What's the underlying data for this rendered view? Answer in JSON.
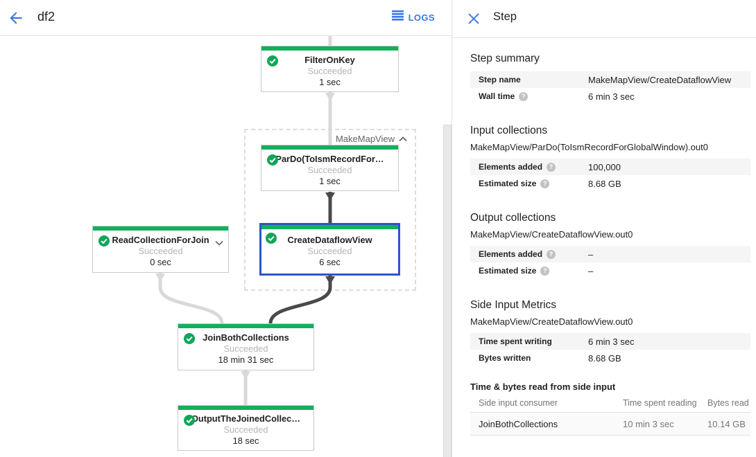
{
  "header": {
    "title": "df2",
    "logs_label": "LOGS"
  },
  "graph": {
    "group_label": "MakeMapView",
    "nodes": [
      {
        "title": "FilterOnKey",
        "state": "Succeeded",
        "time": "1 sec"
      },
      {
        "title": "ParDo(ToIsmRecordFor…",
        "state": "Succeeded",
        "time": "1 sec"
      },
      {
        "title": "CreateDataflowView",
        "state": "Succeeded",
        "time": "6 sec",
        "selected": true
      },
      {
        "title": "ReadCollectionForJoin",
        "state": "Succeeded",
        "time": "0 sec"
      },
      {
        "title": "JoinBothCollections",
        "state": "Succeeded",
        "time": "18 min 31 sec"
      },
      {
        "title": "OutputTheJoinedCollec…",
        "state": "Succeeded",
        "time": "18 sec"
      }
    ]
  },
  "panel": {
    "title": "Step",
    "step_summary": {
      "heading": "Step summary",
      "rows": [
        {
          "label": "Step name",
          "value": "MakeMapView/CreateDataflowView"
        },
        {
          "label": "Wall time",
          "value": "6 min 3 sec"
        }
      ]
    },
    "input_collections": {
      "heading": "Input collections",
      "subtitle": "MakeMapView/ParDo(ToIsmRecordForGlobalWindow).out0",
      "rows": [
        {
          "label": "Elements added",
          "value": "100,000"
        },
        {
          "label": "Estimated size",
          "value": "8.68 GB"
        }
      ]
    },
    "output_collections": {
      "heading": "Output collections",
      "subtitle": "MakeMapView/CreateDataflowView.out0",
      "rows": [
        {
          "label": "Elements added",
          "value": "–"
        },
        {
          "label": "Estimated size",
          "value": "–"
        }
      ]
    },
    "side_input_metrics": {
      "heading": "Side Input Metrics",
      "subtitle": "MakeMapView/CreateDataflowView.out0",
      "rows": [
        {
          "label": "Time spent writing",
          "value": "6 min 3 sec"
        },
        {
          "label": "Bytes written",
          "value": "8.68 GB"
        }
      ]
    },
    "side_input_table": {
      "heading": "Time & bytes read from side input",
      "columns": [
        "Side input consumer",
        "Time spent reading",
        "Bytes read"
      ],
      "rows": [
        [
          "JoinBothCollections",
          "10 min 3 sec",
          "10.14 GB"
        ]
      ]
    },
    "help_icon_glyph": "?"
  },
  "colors": {
    "accent_blue": "#3b78e7",
    "success_green": "#12b05b",
    "selected_border_blue": "#2a56c6",
    "edge_light": "#d9d9d9",
    "edge_dark": "#4a4a4a"
  }
}
